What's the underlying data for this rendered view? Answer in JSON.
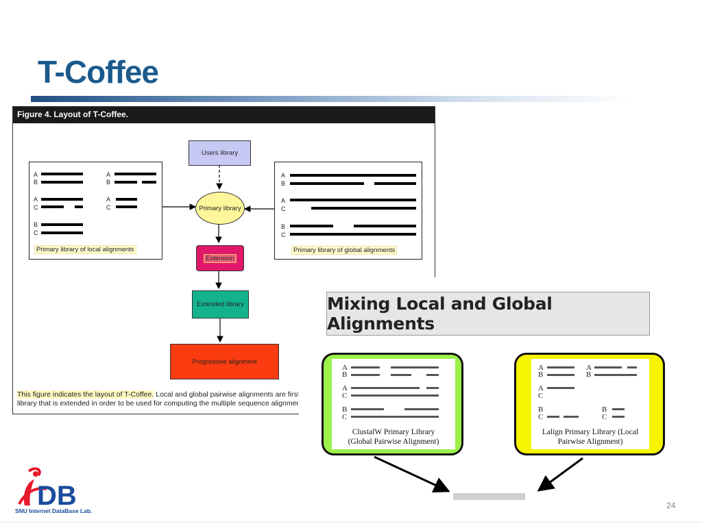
{
  "slide": {
    "title": "T-Coffee",
    "page_number": "24",
    "logo_text": "SNU Internet DataBase Lab.",
    "logo_mark": "iDB"
  },
  "figure4": {
    "header": "Figure 4. Layout of T-Coffee.",
    "nodes": {
      "users_library": "Users library",
      "primary_library": "Primary library",
      "extension": "Extension",
      "extended_library": "Extended library",
      "progressive_alignment": "Progressive alignment"
    },
    "local_box": {
      "label": "Primary library of local alignments",
      "letters": [
        "A",
        "B",
        "A",
        "B",
        "A",
        "C",
        "A",
        "C",
        "B",
        "C"
      ]
    },
    "global_box": {
      "label": "Primary library of global alignments",
      "letters": [
        "A",
        "B",
        "A",
        "C",
        "B",
        "C"
      ]
    },
    "caption_line1_part1": "This figure indicates the layout of T-Coffee.",
    "caption_line1_part2": " Local and global pairwise alignments are first co",
    "caption_line2": "library that is extended in order to be used for computing the multiple sequence alignmen"
  },
  "figure_mix": {
    "title": "Mixing Local and Global Alignments",
    "left_box": {
      "letters": [
        "A",
        "B",
        "A",
        "C",
        "B",
        "C"
      ],
      "caption_line1": "ClustalW Primary Library",
      "caption_line2": "(Global Pairwise Alignment)"
    },
    "right_box": {
      "letters": [
        "A",
        "B",
        "A",
        "B",
        "A",
        "C",
        "B",
        "C",
        "B",
        "C"
      ],
      "caption_line1": "Lalign Primary Library (Local",
      "caption_line2": "Pairwise Alignment)"
    }
  },
  "colors": {
    "title": "#1c5a8c",
    "users_library": "#c8c8f5",
    "primary_library": "#fdf69a",
    "extension": "#e0176a",
    "extended_library": "#14b38c",
    "progressive_alignment": "#fa3c10",
    "green_box": "#9cf04a",
    "yellow_box": "#f6f400"
  }
}
